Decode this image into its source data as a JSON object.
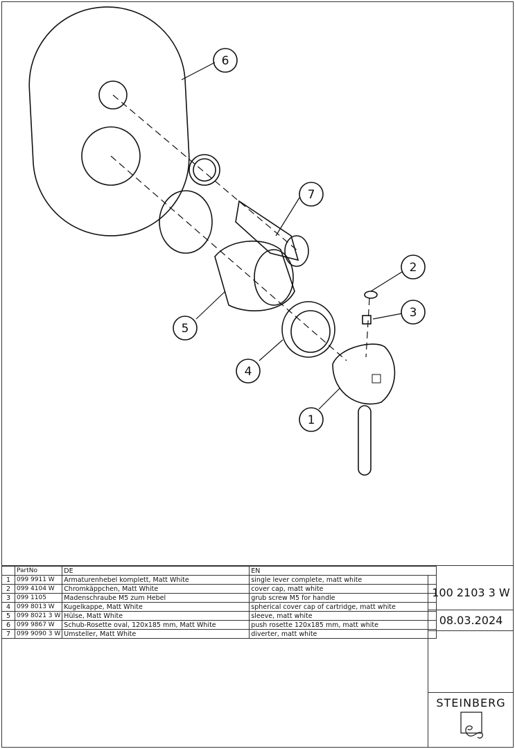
{
  "drawing": {
    "callouts": [
      "1",
      "2",
      "3",
      "4",
      "5",
      "6",
      "7"
    ]
  },
  "parts_table": {
    "headers": {
      "num": "",
      "partno": "PartNo",
      "de": "DE",
      "en": "EN"
    },
    "rows": [
      {
        "num": "1",
        "partno": "099 9911 W",
        "de": "Armaturenhebel komplett, Matt White",
        "en": "single lever complete, matt white"
      },
      {
        "num": "2",
        "partno": "099 4104 W",
        "de": "Chromkäppchen, Matt White",
        "en": "cover cap, matt white"
      },
      {
        "num": "3",
        "partno": "099 1105",
        "de": "Madenschraube M5 zum Hebel",
        "en": "grub screw M5 for handle"
      },
      {
        "num": "4",
        "partno": "099 8013 W",
        "de": "Kugelkappe, Matt White",
        "en": "spherical cover cap of cartridge, matt white"
      },
      {
        "num": "5",
        "partno": "099 8021 3 W",
        "de": "Hülse, Matt White",
        "en": "sleeve, matt white"
      },
      {
        "num": "6",
        "partno": "099 9867 W",
        "de": "Schub-Rosette oval, 120x185 mm, Matt White",
        "en": "push rosette 120x185 mm, matt white"
      },
      {
        "num": "7",
        "partno": "099 9090 3 W",
        "de": "Umsteller, Matt White",
        "en": "diverter, matt white"
      }
    ]
  },
  "title_block": {
    "product_number": "100 2103 3 W",
    "date": "08.03.2024",
    "brand": "STEINBERG"
  }
}
